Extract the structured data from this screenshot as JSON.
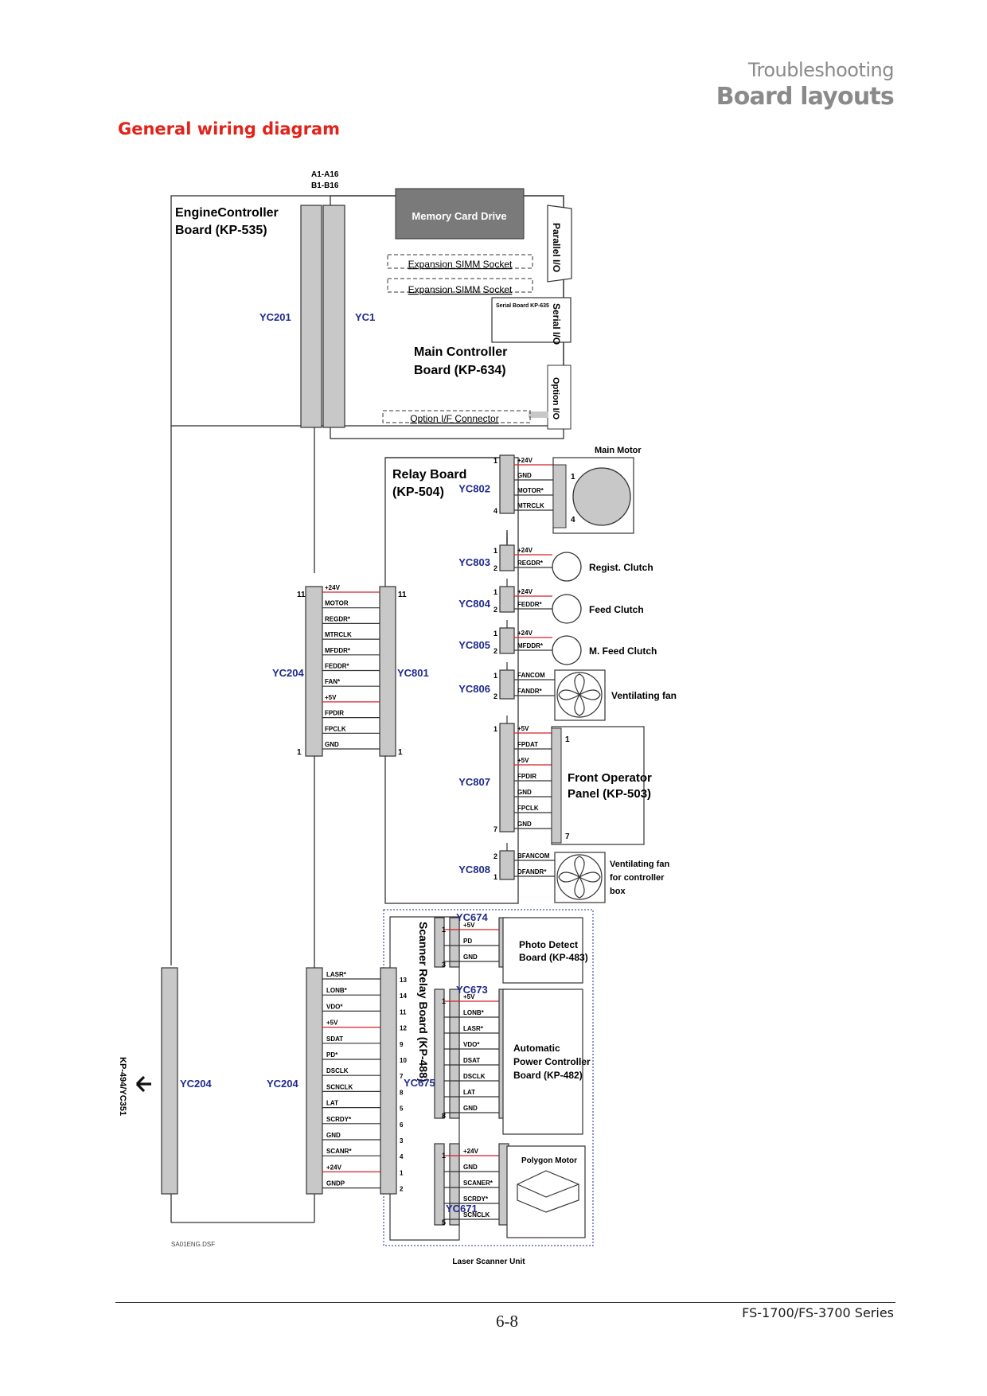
{
  "header": {
    "section": "Troubleshooting",
    "chapter": "Board layouts",
    "title": "General wiring diagram"
  },
  "footer": {
    "page_number": "6-8",
    "series": "FS-1700/FS-3700 Series"
  },
  "diagram": {
    "file_tag": "SA01ENG.DSF",
    "bus_label": [
      "A1-A16",
      "B1-B16"
    ],
    "engine_board": [
      "EngineController",
      "Board (KP-535)"
    ],
    "main_board": [
      "Main Controller",
      "Board (KP-634)"
    ],
    "relay_board": [
      "Relay Board",
      "(KP-504)"
    ],
    "memory_card": "Memory Card Drive",
    "simm_sockets": [
      "Expansion SIMM Socket",
      "Expansion SIMM Socket"
    ],
    "option_connector": "Option I/F Connector",
    "parallel_io": "Parallel I/O",
    "serial_io": "Serial I/O",
    "serial_board": "Serial Board KP-635",
    "option_io": "Option I/O",
    "connectors": {
      "yc201": "YC201",
      "yc1": "YC1",
      "yc204a": "YC204",
      "yc801": "YC801",
      "yc802": "YC802",
      "yc803": "YC803",
      "yc804": "YC804",
      "yc805": "YC805",
      "yc806": "YC806",
      "yc807": "YC807",
      "yc808": "YC808",
      "yc204b": "YC204",
      "yc204c": "YC204",
      "yc674": "YC674",
      "yc673": "YC673",
      "yc675": "YC675",
      "yc671": "YC671"
    },
    "yc204_signals": [
      "+24V",
      "MOTOR",
      "REGDR*",
      "MTRCLK",
      "MFDDR*",
      "FEDDR*",
      "FAN*",
      "+5V",
      "FPDIR",
      "FPCLK",
      "GND"
    ],
    "yc802_signals": [
      "+24V",
      "GND",
      "MOTOR*",
      "MTRCLK"
    ],
    "yc803_signals": [
      "+24V",
      "REGDR*"
    ],
    "yc804_signals": [
      "+24V",
      "FEDDR*"
    ],
    "yc805_signals": [
      "+24V",
      "MFDDR*"
    ],
    "yc806_signals": [
      "FANCOM",
      "FANDR*"
    ],
    "yc807_signals": [
      "+5V",
      "FPDAT",
      "+5V",
      "FPDIR",
      "GND",
      "FPCLK",
      "GND"
    ],
    "yc808_signals": [
      "BFANCOM",
      "DFANDR*"
    ],
    "scanner_signals": [
      "LASR*",
      "LONB*",
      "VDO*",
      "+5V",
      "SDAT",
      "PD*",
      "DSCLK",
      "SCNCLK",
      "LAT",
      "SCRDY*",
      "GND",
      "SCANR*",
      "+24V",
      "GNDP"
    ],
    "scanner_pins": [
      "13",
      "14",
      "11",
      "12",
      "9",
      "10",
      "7",
      "8",
      "5",
      "6",
      "3",
      "4",
      "1",
      "2"
    ],
    "yc674_signals": [
      "+5V",
      "PD",
      "GND"
    ],
    "yc673_signals": [
      "+5V",
      "LONB*",
      "LASR*",
      "VDO*",
      "DSAT",
      "DSCLK",
      "LAT",
      "GND"
    ],
    "yc671_signals": [
      "+24V",
      "GND",
      "SCANER*",
      "SCRDY*",
      "SCNCLK"
    ],
    "devices": {
      "main_motor": "Main Motor",
      "regist_clutch": "Regist. Clutch",
      "feed_clutch": "Feed Clutch",
      "mfeed_clutch": "M. Feed Clutch",
      "vent_fan": "Ventilating fan",
      "front_panel": [
        "Front Operator",
        "Panel (KP-503)"
      ],
      "vent_fan_box": [
        "Ventilating fan",
        "for controller",
        "box"
      ],
      "photo_detect": [
        "Photo Detect",
        "Board (KP-483)"
      ],
      "apc_board": [
        "Automatic",
        "Power Controller",
        "Board (KP-482)"
      ],
      "polygon_motor": "Polygon Motor",
      "scanner_relay": "Scanner Relay Board (KP-488)",
      "laser_unit": "Laser Scanner Unit",
      "external": "KP-494/YC351"
    },
    "colors": {
      "connector": "#c8c8c8",
      "power_line": "#d4202a",
      "connector_label": "#1f2a8c",
      "box_dark": "#7a7a7a"
    }
  }
}
